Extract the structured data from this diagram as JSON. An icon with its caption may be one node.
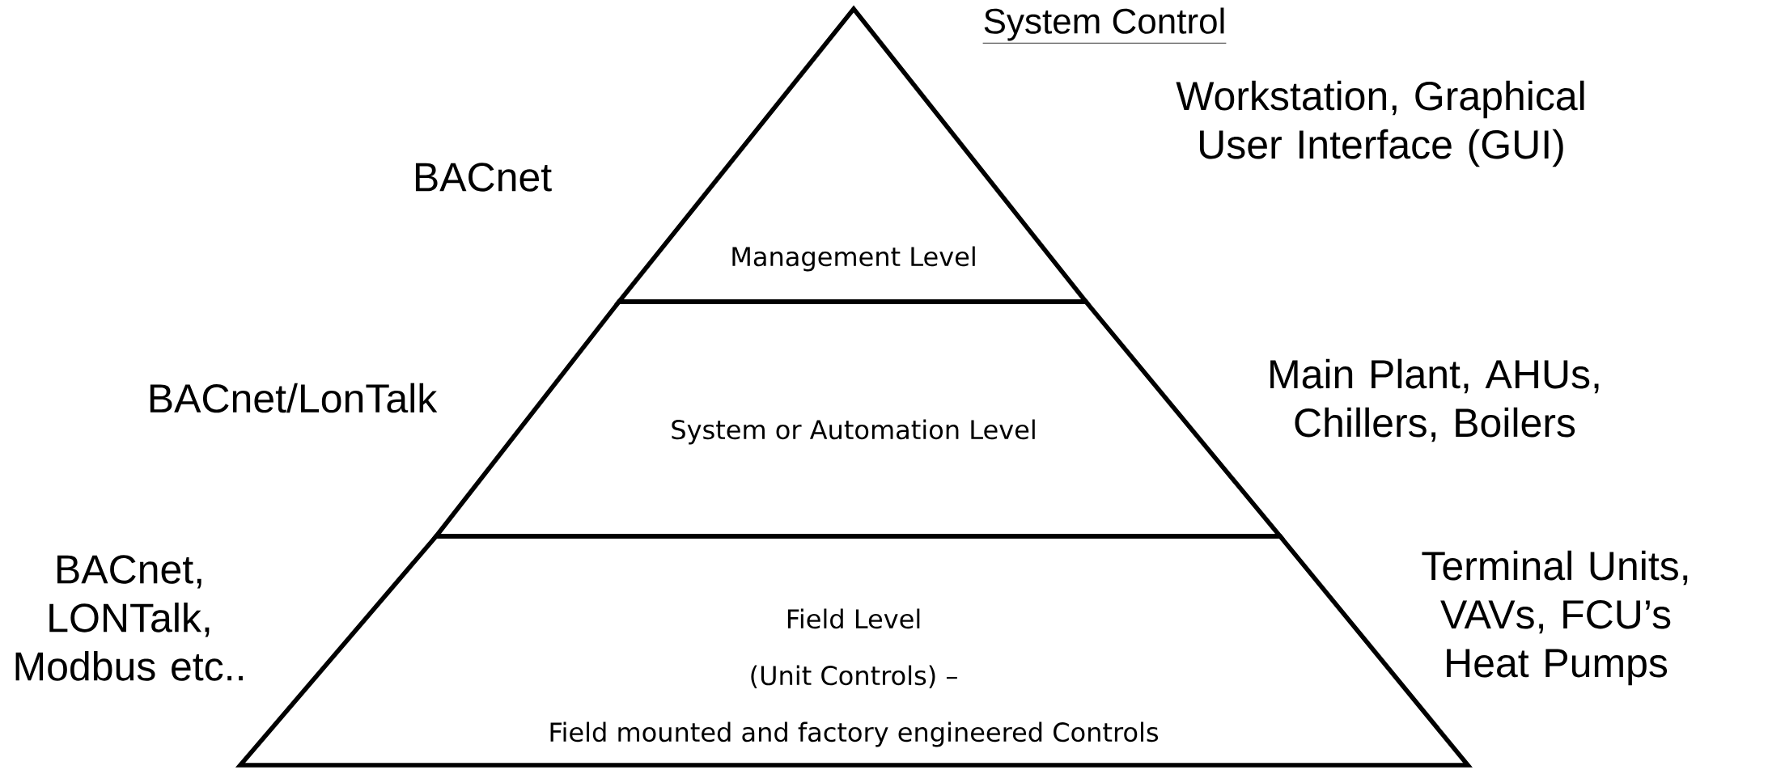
{
  "diagram": {
    "title": "System Control",
    "nodes": [
      {
        "text": [
          "Management Level"
        ]
      },
      {
        "text": [
          "System or Automation Level"
        ]
      },
      {
        "text": [
          "Field Level",
          "(Unit Controls) –",
          "Field mounted and factory engineered Controls"
        ]
      }
    ],
    "labels": [
      "Workstation, Graphical User Interface (GUI)",
      "BACnet",
      "BACnet/LonTalk",
      "Main Plant, AHUs, Chillers, Boilers",
      "BACnet, LONTalk, Modbus etc..",
      "Terminal Units, VAVs, FCU’s Heat Pumps"
    ]
  }
}
